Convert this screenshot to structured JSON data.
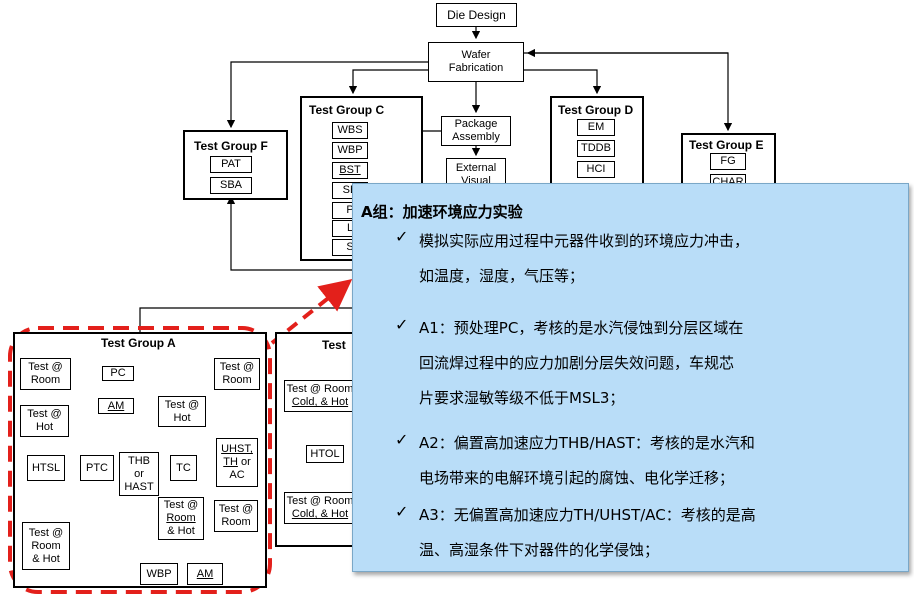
{
  "die_design": "Die Design",
  "wafer_fab": [
    "Wafer",
    "Fabrication"
  ],
  "pkg_assembly": [
    "Package",
    "Assembly"
  ],
  "ext_visual": [
    "External",
    "Visual"
  ],
  "group_f": {
    "title": "Test Group F",
    "items": [
      "PAT",
      "SBA"
    ]
  },
  "group_c": {
    "title": "Test Group C",
    "items": [
      "WBS",
      "WBP",
      "BST",
      "SB",
      "P",
      "L",
      "S"
    ]
  },
  "group_d": {
    "title": "Test Group D",
    "items": [
      "EM",
      "TDDB",
      "HCI"
    ]
  },
  "group_e": {
    "title": "Test Group E",
    "items": [
      "FG",
      "CHAR"
    ]
  },
  "group_a": {
    "title": "Test Group A",
    "nodes": {
      "test_room": [
        "Test @",
        "Room"
      ],
      "pc": "PC",
      "am_top": "AM",
      "test_room_r": [
        "Test @",
        "Room"
      ],
      "test_hot_l": [
        "Test @",
        "Hot"
      ],
      "test_hot_m": [
        "Test @",
        "Hot"
      ],
      "htsl": "HTSL",
      "ptc": "PTC",
      "thb": [
        "THB",
        "or",
        "HAST"
      ],
      "tc": "TC",
      "uhst": [
        "UHST,",
        "TH",
        "or",
        "AC"
      ],
      "test_room_hot_tc": [
        "Test @",
        "Room",
        "& Hot"
      ],
      "test_room_uhst": [
        "Test @",
        "Room"
      ],
      "test_room_hot_bl": [
        "Test @",
        "Room",
        "& Hot"
      ],
      "wbp": "WBP",
      "am_bottom": "AM"
    }
  },
  "group_b": {
    "title": "Test",
    "nodes": {
      "test_room_cold_hot_1": [
        "Test @ Room",
        "Cold, & Hot"
      ],
      "htol": "HTOL",
      "test_room_cold_hot_2": [
        "Test @ Room",
        "Cold, & Hot"
      ]
    }
  },
  "callout": {
    "title": "A组：加速环境应力实验",
    "items": [
      [
        "模拟实际应用过程中元器件收到的环境应力冲击，",
        "如温度，湿度，气压等；"
      ],
      [
        "A1：预处理PC，考核的是水汽侵蚀到分层区域在",
        "回流焊过程中的应力加剧分层失效问题，车规芯",
        "片要求湿敏等级不低于MSL3；"
      ],
      [
        "A2：偏置高加速应力THB/HAST：考核的是水汽和",
        "电场带来的电解环境引起的腐蚀、电化学迁移；"
      ],
      [
        "A3：无偏置高加速应力TH/UHST/AC：考核的是高",
        "温、高湿条件下对器件的化学侵蚀；"
      ]
    ],
    "check": "✓"
  },
  "colors": {
    "highlight": "#e3201b",
    "callout_bg": "#b9ddf8"
  }
}
